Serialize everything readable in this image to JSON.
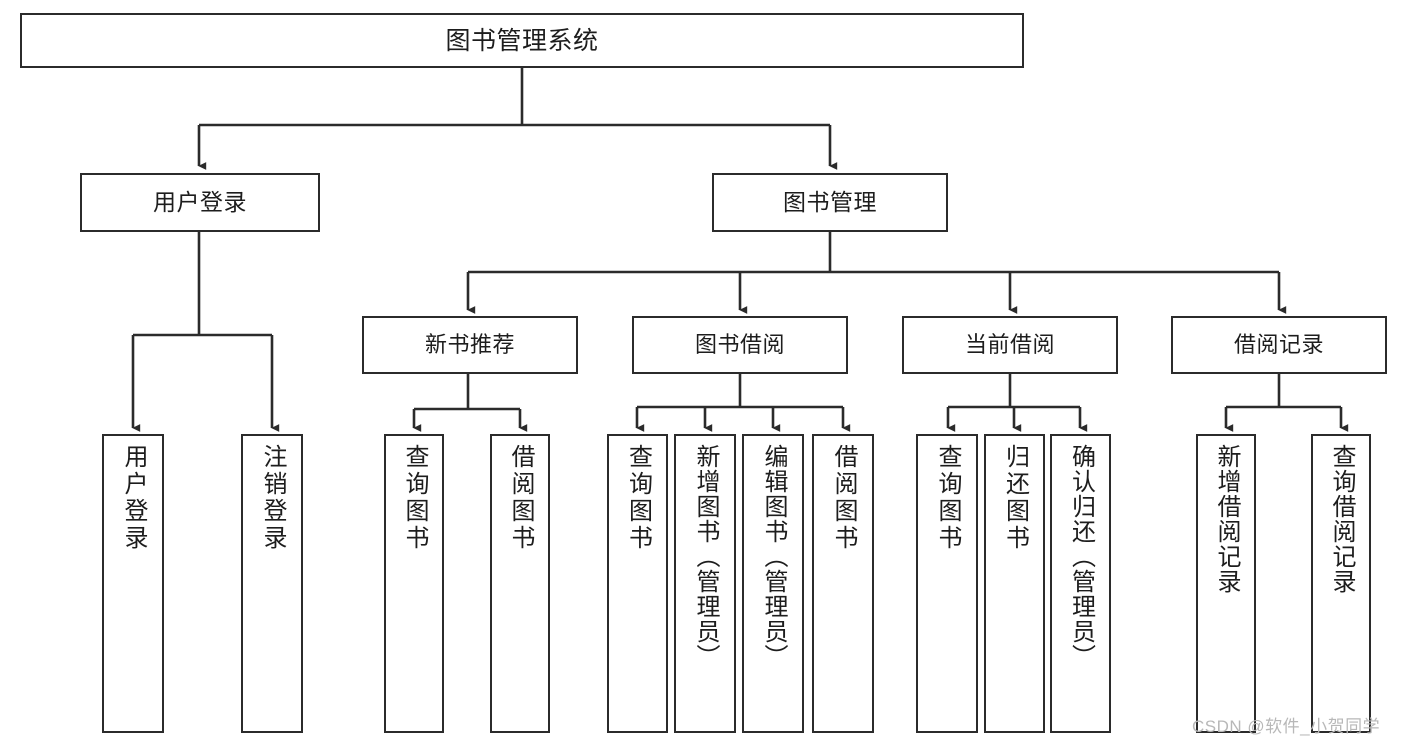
{
  "diagram": {
    "title": "图书管理系统",
    "type": "tree",
    "watermark": "CSDN @软件_小贺同学",
    "colors": {
      "border": "#2b2b2b",
      "fill": "#ffffff",
      "edge": "#2b2b2b",
      "text": "#1d1d1d",
      "watermark": "#b8b8b8"
    },
    "root": {
      "label": "图书管理系统"
    },
    "level2": [
      {
        "label": "用户登录"
      },
      {
        "label": "图书管理"
      }
    ],
    "level3": [
      {
        "label": "新书推荐"
      },
      {
        "label": "图书借阅"
      },
      {
        "label": "当前借阅"
      },
      {
        "label": "借阅记录"
      }
    ],
    "leaves": {
      "user_login": [
        {
          "label": "用户登录"
        },
        {
          "label": "注销登录"
        }
      ],
      "new_book_recommend": [
        {
          "label": "查询图书"
        },
        {
          "label": "借阅图书"
        }
      ],
      "book_borrow": [
        {
          "label": "查询图书"
        },
        {
          "label": "新增图书（管理员）"
        },
        {
          "label": "编辑图书（管理员）"
        },
        {
          "label": "借阅图书"
        }
      ],
      "current_borrow": [
        {
          "label": "查询图书"
        },
        {
          "label": "归还图书"
        },
        {
          "label": "确认归还（管理员）"
        }
      ],
      "borrow_record": [
        {
          "label": "新增借阅记录"
        },
        {
          "label": "查询借阅记录"
        }
      ]
    }
  }
}
